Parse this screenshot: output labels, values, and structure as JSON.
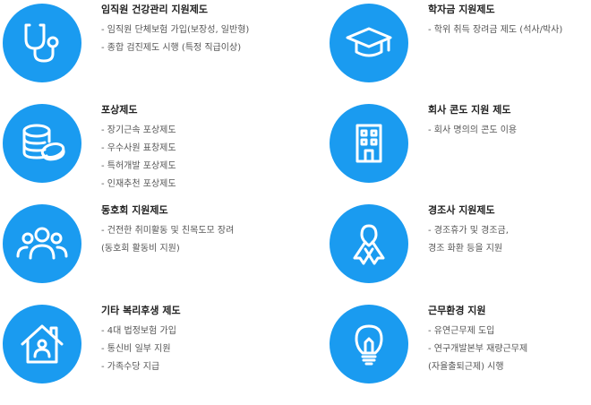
{
  "benefits": [
    {
      "title": "임직원 건강관리 지원제도",
      "icon": "stethoscope-icon",
      "items": [
        "- 임직원 단체보험 가입(보장성, 일반형)",
        "- 종합 검진제도 시행 (특정 직급이상)"
      ]
    },
    {
      "title": "학자금 지원제도",
      "icon": "graduation-cap-icon",
      "items": [
        "- 학위 취득 장려금 제도 (석사/박사)"
      ]
    },
    {
      "title": "포상제도",
      "icon": "coins-icon",
      "items": [
        "- 장기근속 포상제도",
        "- 우수사원 표창제도",
        "- 특허개발 포상제도",
        "- 인재추천 포상제도"
      ]
    },
    {
      "title": "회사 콘도 지원 제도",
      "icon": "building-icon",
      "items": [
        "- 회사 명의의 콘도 이용"
      ]
    },
    {
      "title": "동호회 지원제도",
      "icon": "group-icon",
      "items": [
        "- 건전한 취미활동 및 친목도모 장려",
        "  (동호회 활동비 지원)"
      ]
    },
    {
      "title": "경조사 지원제도",
      "icon": "ribbon-icon",
      "items": [
        "- 경조휴가 및 경조금,",
        "  경조 화환 등을 지원"
      ]
    },
    {
      "title": "기타 복리후생 제도",
      "icon": "home-icon",
      "items": [
        "- 4대 법정보험 가입",
        "- 통신비 일부 지원",
        "- 가족수당 지급"
      ]
    },
    {
      "title": "근무환경 지원",
      "icon": "lightbulb-icon",
      "items": [
        "- 유연근무제 도입",
        "- 연구개발본부 재량근무제",
        "  (자율출퇴근제)  시행"
      ]
    }
  ],
  "colors": {
    "accent": "#1a9bf0",
    "title": "#222222",
    "text": "#555555"
  }
}
